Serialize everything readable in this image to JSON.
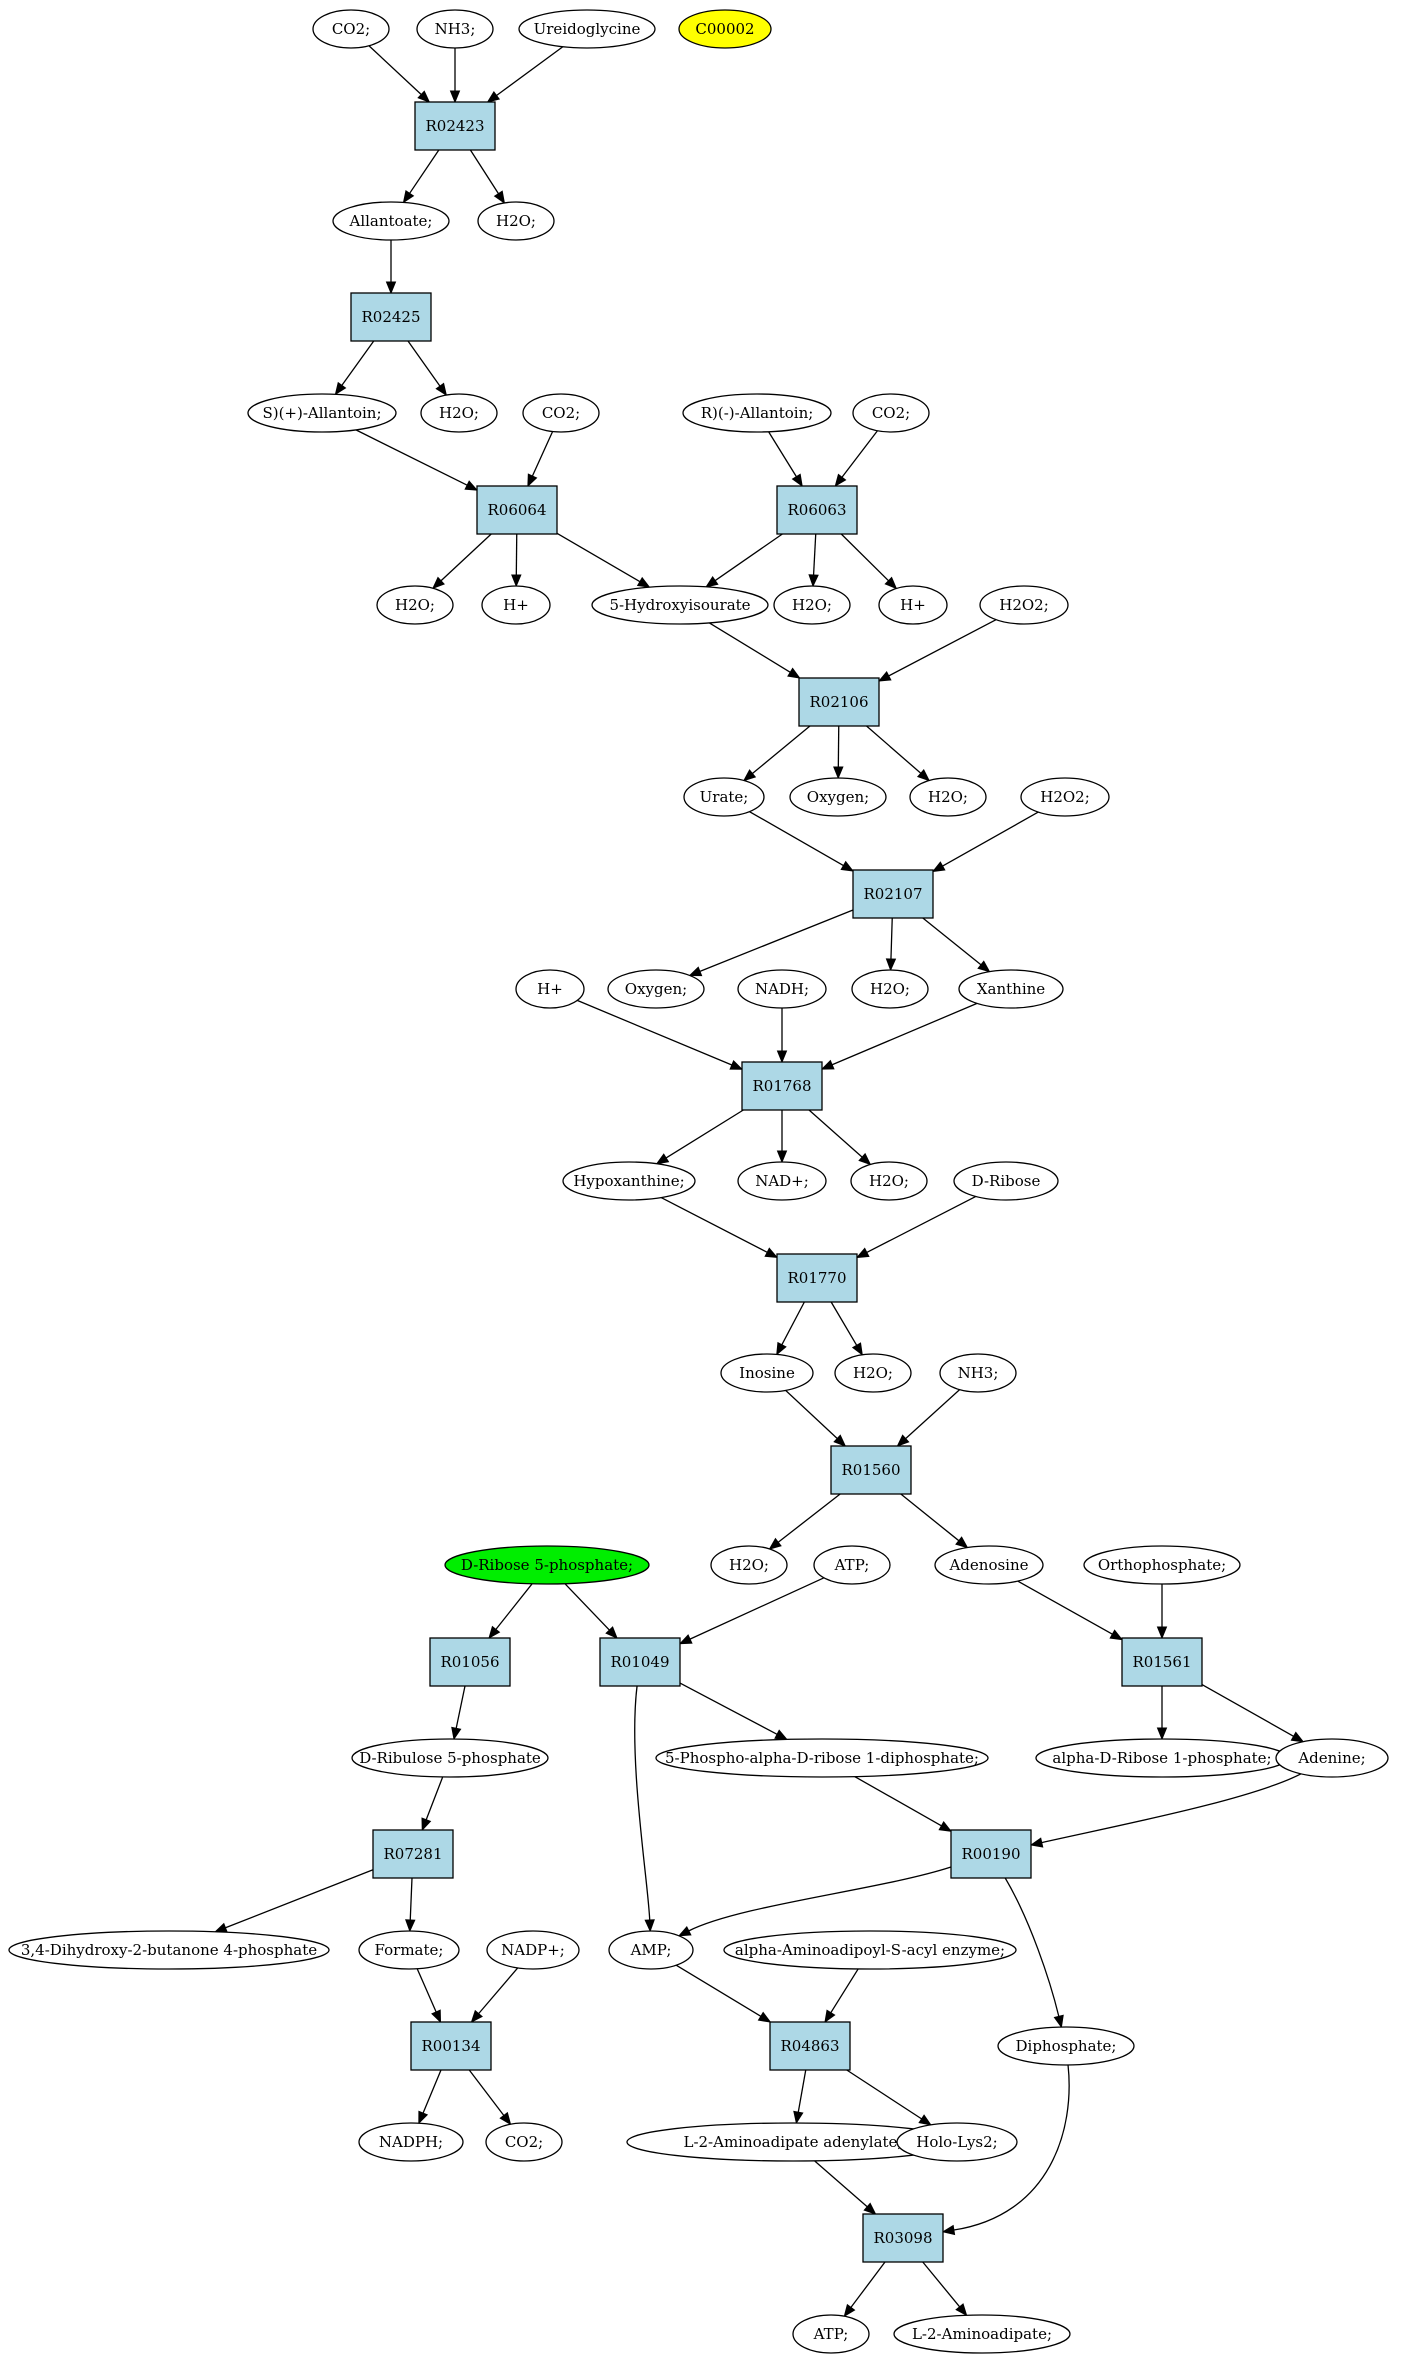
{
  "colors": {
    "compound_fill": "#ffffff",
    "reaction_fill": "#add8e6",
    "highlight_yellow": "#ffff00",
    "highlight_green": "#00ee00",
    "stroke": "#000000"
  },
  "reactions": [
    {
      "id": "r02423",
      "label": "R02423"
    },
    {
      "id": "r02425",
      "label": "R02425"
    },
    {
      "id": "r06064",
      "label": "R06064"
    },
    {
      "id": "r06063",
      "label": "R06063"
    },
    {
      "id": "r02106",
      "label": "R02106"
    },
    {
      "id": "r02107",
      "label": "R02107"
    },
    {
      "id": "r01768",
      "label": "R01768"
    },
    {
      "id": "r01770",
      "label": "R01770"
    },
    {
      "id": "r01560",
      "label": "R01560"
    },
    {
      "id": "r01056",
      "label": "R01056"
    },
    {
      "id": "r01049",
      "label": "R01049"
    },
    {
      "id": "r01561",
      "label": "R01561"
    },
    {
      "id": "r07281",
      "label": "R07281"
    },
    {
      "id": "r00190",
      "label": "R00190"
    },
    {
      "id": "r00134",
      "label": "R00134"
    },
    {
      "id": "r04863",
      "label": "R04863"
    },
    {
      "id": "r03098",
      "label": "R03098"
    }
  ],
  "compounds": [
    {
      "id": "c_co2_1",
      "label": "CO2;"
    },
    {
      "id": "c_nh3_1",
      "label": "NH3;"
    },
    {
      "id": "c_ureidoglycine",
      "label": "Ureidoglycine"
    },
    {
      "id": "c_c00002",
      "label": "C00002",
      "highlight": "yellow"
    },
    {
      "id": "c_allantoate",
      "label": "Allantoate;"
    },
    {
      "id": "c_h2o_1",
      "label": "H2O;"
    },
    {
      "id": "c_s_allantoin",
      "label": "S)(+)-Allantoin;"
    },
    {
      "id": "c_h2o_2",
      "label": "H2O;"
    },
    {
      "id": "c_co2_2",
      "label": "CO2;"
    },
    {
      "id": "c_r_allantoin",
      "label": "R)(-)-Allantoin;"
    },
    {
      "id": "c_co2_3",
      "label": "CO2;"
    },
    {
      "id": "c_h2o_3",
      "label": "H2O;"
    },
    {
      "id": "c_hplus_1",
      "label": "H+"
    },
    {
      "id": "c_hydroxyisourate",
      "label": "5-Hydroxyisourate"
    },
    {
      "id": "c_h2o_4",
      "label": "H2O;"
    },
    {
      "id": "c_hplus_2",
      "label": "H+"
    },
    {
      "id": "c_h2o2_1",
      "label": "H2O2;"
    },
    {
      "id": "c_urate",
      "label": "Urate;"
    },
    {
      "id": "c_oxygen_1",
      "label": "Oxygen;"
    },
    {
      "id": "c_h2o_5",
      "label": "H2O;"
    },
    {
      "id": "c_h2o2_2",
      "label": "H2O2;"
    },
    {
      "id": "c_hplus_3",
      "label": "H+"
    },
    {
      "id": "c_oxygen_2",
      "label": "Oxygen;"
    },
    {
      "id": "c_nadh",
      "label": "NADH;"
    },
    {
      "id": "c_h2o_6",
      "label": "H2O;"
    },
    {
      "id": "c_xanthine",
      "label": "Xanthine"
    },
    {
      "id": "c_hypoxanthine",
      "label": "Hypoxanthine;"
    },
    {
      "id": "c_nadplus",
      "label": "NAD+;"
    },
    {
      "id": "c_h2o_7",
      "label": "H2O;"
    },
    {
      "id": "c_dribose",
      "label": "D-Ribose"
    },
    {
      "id": "c_inosine",
      "label": "Inosine"
    },
    {
      "id": "c_h2o_8",
      "label": "H2O;"
    },
    {
      "id": "c_nh3_2",
      "label": "NH3;"
    },
    {
      "id": "c_ribose5p",
      "label": "D-Ribose 5-phosphate;",
      "highlight": "green"
    },
    {
      "id": "c_h2o_9",
      "label": "H2O;"
    },
    {
      "id": "c_atp_1",
      "label": "ATP;"
    },
    {
      "id": "c_adenosine",
      "label": "Adenosine"
    },
    {
      "id": "c_orthophosphate",
      "label": "Orthophosphate;"
    },
    {
      "id": "c_ribulose5p",
      "label": "D-Ribulose 5-phosphate"
    },
    {
      "id": "c_prpp",
      "label": "5-Phospho-alpha-D-ribose 1-diphosphate;"
    },
    {
      "id": "c_ribose1p",
      "label": "alpha-D-Ribose 1-phosphate;"
    },
    {
      "id": "c_adenine",
      "label": "Adenine;"
    },
    {
      "id": "c_dhbp",
      "label": "3,4-Dihydroxy-2-butanone 4-phosphate"
    },
    {
      "id": "c_formate",
      "label": "Formate;"
    },
    {
      "id": "c_nadpplus",
      "label": "NADP+;"
    },
    {
      "id": "c_amp",
      "label": "AMP;"
    },
    {
      "id": "c_aminoadipoyl",
      "label": "alpha-Aminoadipoyl-S-acyl enzyme;"
    },
    {
      "id": "c_diphosphate",
      "label": "Diphosphate;"
    },
    {
      "id": "c_nadph",
      "label": "NADPH;"
    },
    {
      "id": "c_co2_4",
      "label": "CO2;"
    },
    {
      "id": "c_l2aa_adenylate",
      "label": "L-2-Aminoadipate adenylate;"
    },
    {
      "id": "c_holo_lys2",
      "label": "Holo-Lys2;"
    },
    {
      "id": "c_atp_2",
      "label": "ATP;"
    },
    {
      "id": "c_l2aminoadipate",
      "label": "L-2-Aminoadipate;"
    }
  ],
  "edges": [
    [
      "c_co2_1",
      "r02423"
    ],
    [
      "c_nh3_1",
      "r02423"
    ],
    [
      "c_ureidoglycine",
      "r02423"
    ],
    [
      "r02423",
      "c_allantoate"
    ],
    [
      "r02423",
      "c_h2o_1"
    ],
    [
      "c_allantoate",
      "r02425"
    ],
    [
      "r02425",
      "c_s_allantoin"
    ],
    [
      "r02425",
      "c_h2o_2"
    ],
    [
      "c_s_allantoin",
      "r06064"
    ],
    [
      "c_co2_2",
      "r06064"
    ],
    [
      "c_r_allantoin",
      "r06063"
    ],
    [
      "c_co2_3",
      "r06063"
    ],
    [
      "r06064",
      "c_h2o_3"
    ],
    [
      "r06064",
      "c_hplus_1"
    ],
    [
      "r06064",
      "c_hydroxyisourate"
    ],
    [
      "r06063",
      "c_hydroxyisourate"
    ],
    [
      "r06063",
      "c_h2o_4"
    ],
    [
      "r06063",
      "c_hplus_2"
    ],
    [
      "c_hydroxyisourate",
      "r02106"
    ],
    [
      "c_h2o2_1",
      "r02106"
    ],
    [
      "r02106",
      "c_urate"
    ],
    [
      "r02106",
      "c_oxygen_1"
    ],
    [
      "r02106",
      "c_h2o_5"
    ],
    [
      "c_urate",
      "r02107"
    ],
    [
      "c_h2o2_2",
      "r02107"
    ],
    [
      "r02107",
      "c_oxygen_2"
    ],
    [
      "r02107",
      "c_h2o_6"
    ],
    [
      "r02107",
      "c_xanthine"
    ],
    [
      "c_hplus_3",
      "r01768"
    ],
    [
      "c_nadh",
      "r01768"
    ],
    [
      "c_xanthine",
      "r01768"
    ],
    [
      "r01768",
      "c_hypoxanthine"
    ],
    [
      "r01768",
      "c_nadplus"
    ],
    [
      "r01768",
      "c_h2o_7"
    ],
    [
      "c_hypoxanthine",
      "r01770"
    ],
    [
      "c_dribose",
      "r01770"
    ],
    [
      "r01770",
      "c_inosine"
    ],
    [
      "r01770",
      "c_h2o_8"
    ],
    [
      "c_inosine",
      "r01560"
    ],
    [
      "c_nh3_2",
      "r01560"
    ],
    [
      "r01560",
      "c_h2o_9"
    ],
    [
      "r01560",
      "c_adenosine"
    ],
    [
      "c_ribose5p",
      "r01056"
    ],
    [
      "c_ribose5p",
      "r01049"
    ],
    [
      "c_atp_1",
      "r01049"
    ],
    [
      "c_adenosine",
      "r01561"
    ],
    [
      "c_orthophosphate",
      "r01561"
    ],
    [
      "r01056",
      "c_ribulose5p"
    ],
    [
      "r01049",
      "c_prpp"
    ],
    [
      "r01049",
      "c_amp"
    ],
    [
      "r01561",
      "c_ribose1p"
    ],
    [
      "r01561",
      "c_adenine"
    ],
    [
      "c_ribulose5p",
      "r07281"
    ],
    [
      "c_prpp",
      "r00190"
    ],
    [
      "c_adenine",
      "r00190"
    ],
    [
      "r07281",
      "c_dhbp"
    ],
    [
      "r07281",
      "c_formate"
    ],
    [
      "r00190",
      "c_amp"
    ],
    [
      "r00190",
      "c_diphosphate"
    ],
    [
      "c_formate",
      "r00134"
    ],
    [
      "c_nadpplus",
      "r00134"
    ],
    [
      "c_amp",
      "r04863"
    ],
    [
      "c_aminoadipoyl",
      "r04863"
    ],
    [
      "r00134",
      "c_nadph"
    ],
    [
      "r00134",
      "c_co2_4"
    ],
    [
      "r04863",
      "c_l2aa_adenylate"
    ],
    [
      "r04863",
      "c_holo_lys2"
    ],
    [
      "c_l2aa_adenylate",
      "r03098"
    ],
    [
      "c_diphosphate",
      "r03098"
    ],
    [
      "r03098",
      "c_atp_2"
    ],
    [
      "r03098",
      "c_l2aminoadipate"
    ]
  ]
}
